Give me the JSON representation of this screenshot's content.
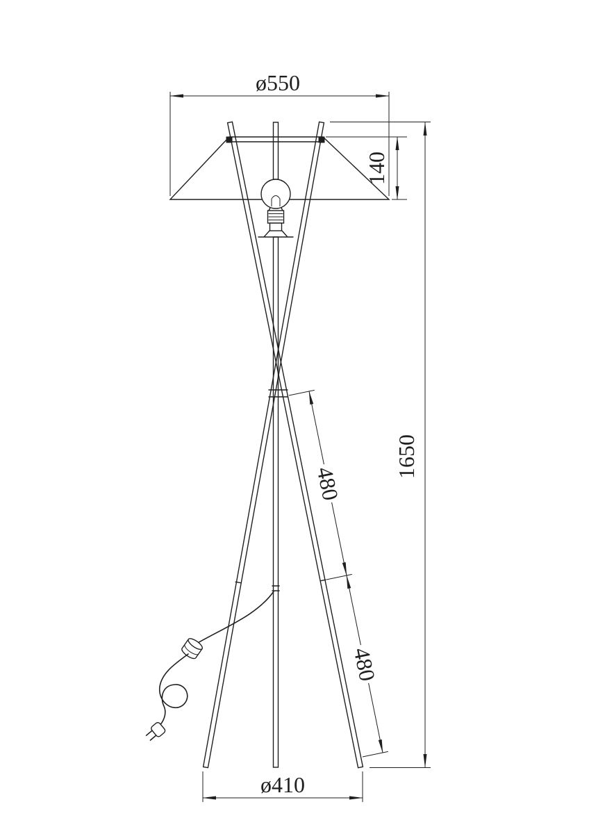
{
  "page": {
    "background_color": "#ffffff",
    "line_color": "#1f1f1f"
  },
  "drawing": {
    "type": "technical-dimension-drawing",
    "subject": "tripod-floor-lamp",
    "dimensions": {
      "shade_diameter": "ø550",
      "shade_height": "140",
      "total_height": "1650",
      "upper_leg_section": "480",
      "lower_leg_section": "480",
      "base_diameter": "ø410"
    }
  }
}
